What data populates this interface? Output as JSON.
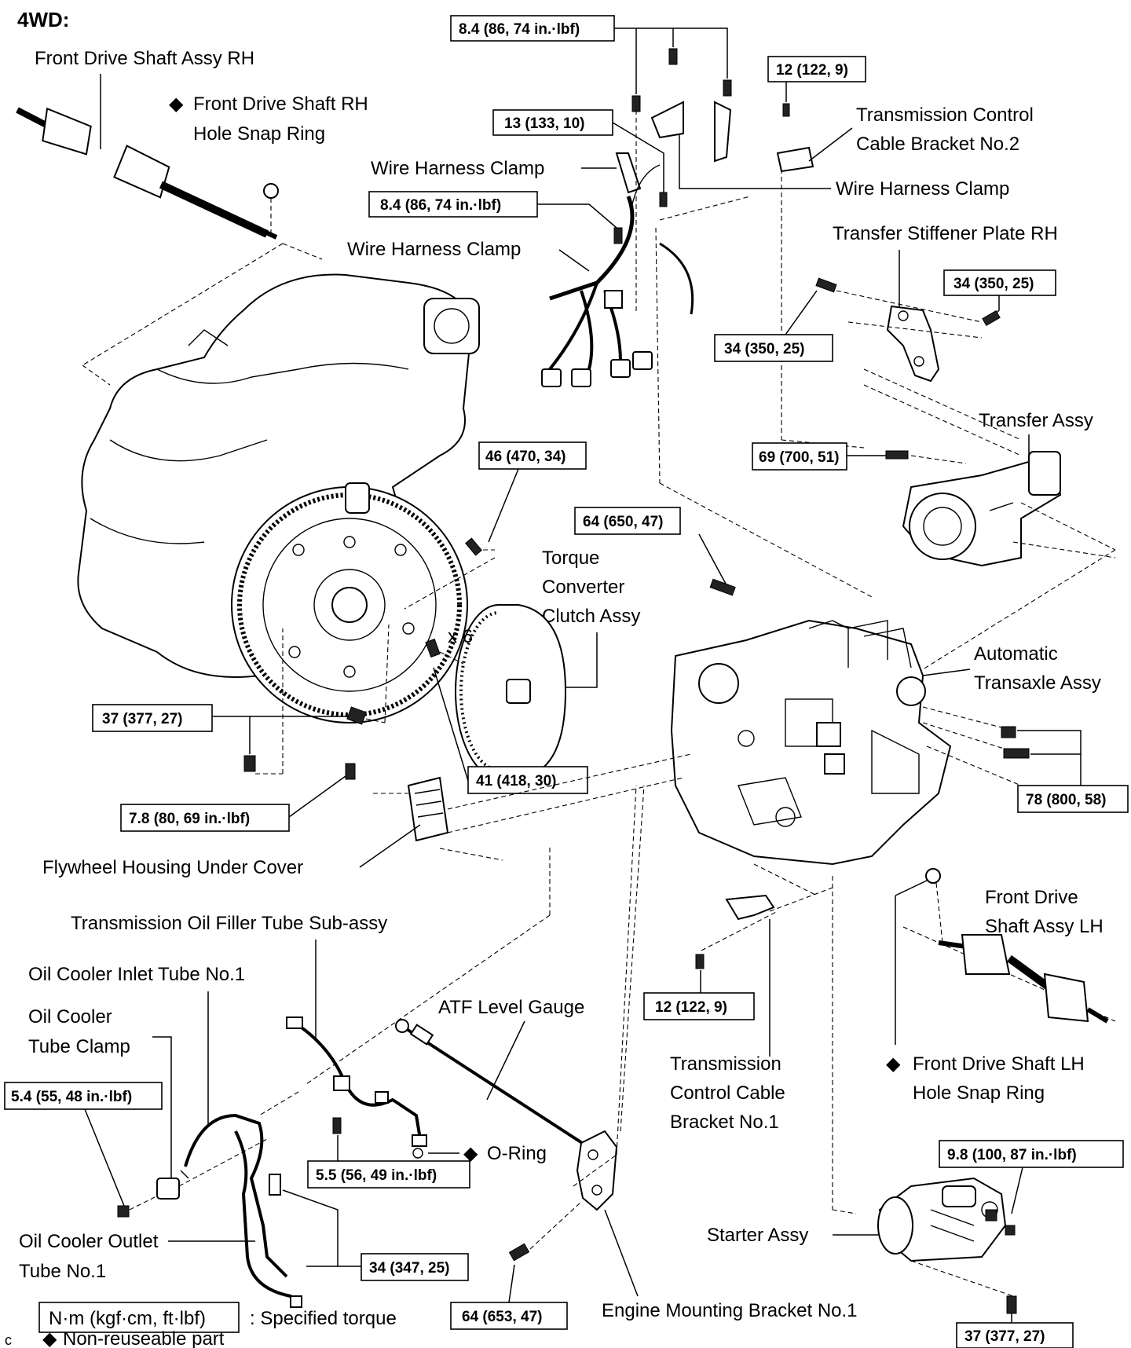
{
  "heading": "4WD:",
  "corner_letter": "c",
  "labels": {
    "front_drive_shaft_rh": "Front Drive Shaft Assy RH",
    "snap_ring_rh_1": "Front Drive Shaft RH",
    "snap_ring_rh_2": "Hole Snap Ring",
    "wire_harness_clamp_a": "Wire Harness Clamp",
    "wire_harness_clamp_b": "Wire Harness Clamp",
    "wire_harness_clamp_c": "Wire Harness Clamp",
    "tcc_bracket2_1": "Transmission Control",
    "tcc_bracket2_2": "Cable Bracket No.2",
    "transfer_stiffener": "Transfer Stiffener Plate RH",
    "transfer_assy": "Transfer Assy",
    "torque_converter_1": "Torque",
    "torque_converter_2": "Converter",
    "torque_converter_3": "Clutch Assy",
    "bolt_count": "x 6",
    "auto_transaxle_1": "Automatic",
    "auto_transaxle_2": "Transaxle Assy",
    "flywheel_cover": "Flywheel Housing Under Cover",
    "filler_tube": "Transmission Oil Filler Tube Sub-assy",
    "inlet_tube": "Oil Cooler Inlet Tube No.1",
    "tube_clamp_1": "Oil Cooler",
    "tube_clamp_2": "Tube Clamp",
    "atf_gauge": "ATF Level Gauge",
    "front_drive_lh_1": "Front Drive",
    "front_drive_lh_2": "Shaft Assy LH",
    "snap_ring_lh_1": "Front Drive Shaft LH",
    "snap_ring_lh_2": "Hole Snap Ring",
    "tcc_bracket1_1": "Transmission",
    "tcc_bracket1_2": "Control Cable",
    "tcc_bracket1_3": "Bracket No.1",
    "o_ring": "O-Ring",
    "outlet_tube_1": "Oil Cooler Outlet",
    "outlet_tube_2": "Tube No.1",
    "starter": "Starter Assy",
    "engine_bracket": "Engine Mounting Bracket No.1"
  },
  "torques": {
    "t_top_1": "8.4 (86, 74 in.·lbf)",
    "t_top_2": "12 (122, 9)",
    "t_clamp_1": "13 (133, 10)",
    "t_clamp_2": "8.4 (86, 74 in.·lbf)",
    "t_stiffener_r": "34 (350, 25)",
    "t_stiffener_l": "34 (350, 25)",
    "t_transfer": "69 (700, 51)",
    "t_flywheel": "46 (470, 34)",
    "t_tcc": "64 (650, 47)",
    "t_engine": "37 (377, 27)",
    "t_converter": "41 (418, 30)",
    "t_cover": "7.8 (80, 69 in.·lbf)",
    "t_transaxle": "78 (800, 58)",
    "t_bracket1": "12 (122, 9)",
    "t_clamp_bolt": "5.4 (55, 48 in.·lbf)",
    "t_filler": "5.5 (56, 49 in.·lbf)",
    "t_outlet": "34 (347, 25)",
    "t_mount": "64 (653, 47)",
    "t_starter_top": "9.8 (100, 87 in.·lbf)",
    "t_starter_bot": "37 (377, 27)"
  },
  "legend": {
    "unit_box": "N·m (kgf·cm, ft·lbf)",
    "specified": ": Specified torque",
    "non_reusable": "Non-reuseable part",
    "diamond": "◆"
  }
}
